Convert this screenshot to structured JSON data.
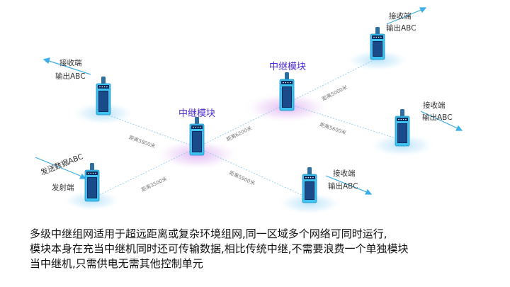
{
  "nodes": {
    "left_receiver": {
      "line1": "接收端",
      "line2": "输出ABC"
    },
    "top_right_receiver": {
      "line1": "接收端",
      "line2": "输出ABC"
    },
    "right_receiver": {
      "line1": "接收端",
      "line2": "输出ABC"
    },
    "bottom_receiver": {
      "line1": "接收端",
      "line2": "输出ABC"
    },
    "sender": {
      "line1": "发送数据ABC",
      "line2": "发射端"
    },
    "relay_center": {
      "title": "中继模块"
    },
    "relay_top": {
      "title": "中继模块"
    }
  },
  "distances": {
    "d5800": "距离5800米",
    "d3500": "距离3500米",
    "d6200": "距离6200米",
    "d5900": "距离5900米",
    "d5000": "距离5000米",
    "d5600": "距离5600米"
  },
  "caption": {
    "line1": "多级中继组网适用于超远距离或复杂环境组网,同一区域多个网络可同时运行,",
    "line2": "模块本身在充当中继机同时还可传输数据,相比传统中继,不需要浪费一个单独模块",
    "line3": "当中继机,只需供电无需其他控制单元"
  },
  "colors": {
    "device_body": "#3ec3f0",
    "device_screen": "#0b2a5c",
    "glow_blue": "#9fd8f7",
    "glow_purple": "#d9a6f0",
    "relay_text": "#4b2bd1",
    "arrow": "#3aaee8"
  }
}
